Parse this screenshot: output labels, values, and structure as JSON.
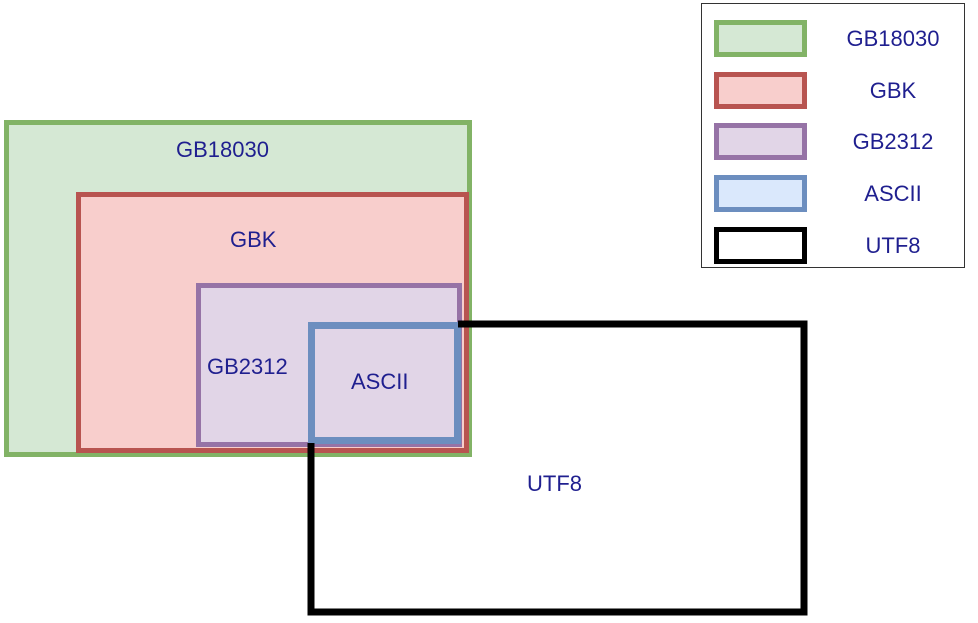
{
  "diagram": {
    "sets": [
      {
        "id": "gb18030",
        "label": "GB18030",
        "fill": "#d5e8d4",
        "stroke": "#82b366"
      },
      {
        "id": "gbk",
        "label": "GBK",
        "fill": "#f8cecc",
        "stroke": "#b85450"
      },
      {
        "id": "gb2312",
        "label": "GB2312",
        "fill": "#e1d5e7",
        "stroke": "#9673a6"
      },
      {
        "id": "ascii",
        "label": "ASCII",
        "fill": "#dae8fc",
        "stroke": "#6c8ebf"
      },
      {
        "id": "utf8",
        "label": "UTF8",
        "fill": "#ffffff",
        "stroke": "#000000"
      }
    ],
    "relations": [
      "GBK is a subset of GB18030",
      "GB2312 is a subset of GBK",
      "ASCII is a subset of GB2312",
      "ASCII is a subset of UTF8"
    ]
  },
  "legend": {
    "items": [
      {
        "label": "GB18030"
      },
      {
        "label": "GBK"
      },
      {
        "label": "GB2312"
      },
      {
        "label": "ASCII"
      },
      {
        "label": "UTF8"
      }
    ]
  },
  "text_color": "#1f1f8f"
}
